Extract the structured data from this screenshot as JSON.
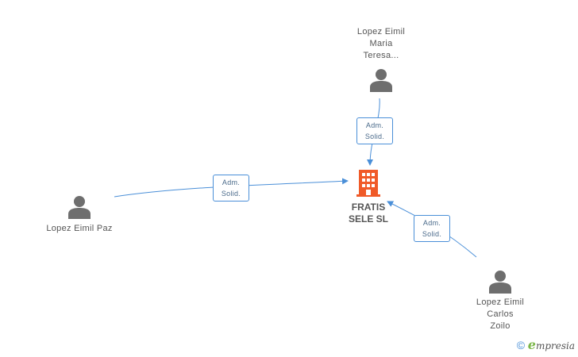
{
  "company": {
    "name_line1": "FRATIS",
    "name_line2": "SELE SL",
    "icon": "building-icon",
    "color": "#f05a28"
  },
  "persons": [
    {
      "id": "top",
      "lines": [
        "Lopez Eimil",
        "Maria",
        "Teresa..."
      ],
      "icon": "person-icon"
    },
    {
      "id": "left",
      "lines": [
        "Lopez Eimil Paz"
      ],
      "icon": "person-icon"
    },
    {
      "id": "bottom",
      "lines": [
        "Lopez Eimil",
        "Carlos",
        "Zoilo"
      ],
      "icon": "person-icon"
    }
  ],
  "edges": [
    {
      "from": "top",
      "label_line1": "Adm.",
      "label_line2": "Solid."
    },
    {
      "from": "left",
      "label_line1": "Adm.",
      "label_line2": "Solid."
    },
    {
      "from": "bottom",
      "label_line1": "Adm.",
      "label_line2": "Solid."
    }
  ],
  "watermark": {
    "copyright": "©",
    "brand_initial": "e",
    "brand_rest": "mpresia"
  },
  "colors": {
    "edge": "#4a8fd8",
    "person_icon": "#6e6e6e",
    "text": "#555555"
  }
}
